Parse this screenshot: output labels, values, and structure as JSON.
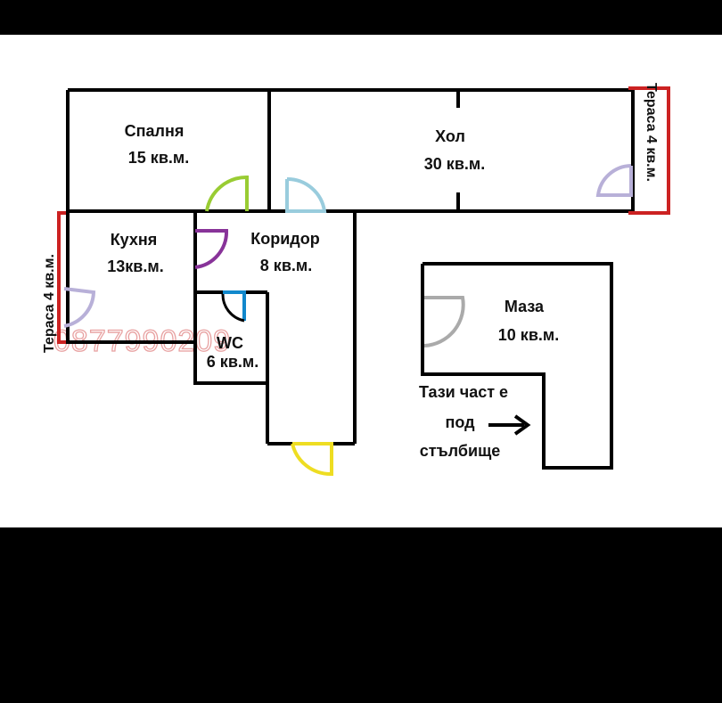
{
  "rooms": {
    "bedroom": {
      "name": "Спалня",
      "area": "15 кв.м."
    },
    "living": {
      "name": "Хол",
      "area": "30 кв.м."
    },
    "kitchen": {
      "name": "Кухня",
      "area": "13кв.м."
    },
    "corridor": {
      "name": "Коридор",
      "area": "8 кв.м."
    },
    "wc": {
      "name": "WC",
      "area": "6 кв.м."
    },
    "basement": {
      "name": "Маза",
      "area": "10 кв.м."
    }
  },
  "terraces": {
    "left": "Тераса 4 кв.м.",
    "right": "Тераса 4 кв.м."
  },
  "note": {
    "line1": "Тази част е",
    "line2": "под",
    "line3": "стълбище"
  },
  "watermark": "0877990209",
  "colors": {
    "wall": "#000000",
    "terrace": "#cc2222",
    "door_green": "#99cc33",
    "door_lightblue": "#99ccdd",
    "door_purple": "#883399",
    "door_blue": "#1188cc",
    "door_lavender": "#b8b0d8",
    "door_yellow": "#eedd22",
    "door_gray": "#aaaaaa",
    "watermark": "#e8a1a1"
  }
}
